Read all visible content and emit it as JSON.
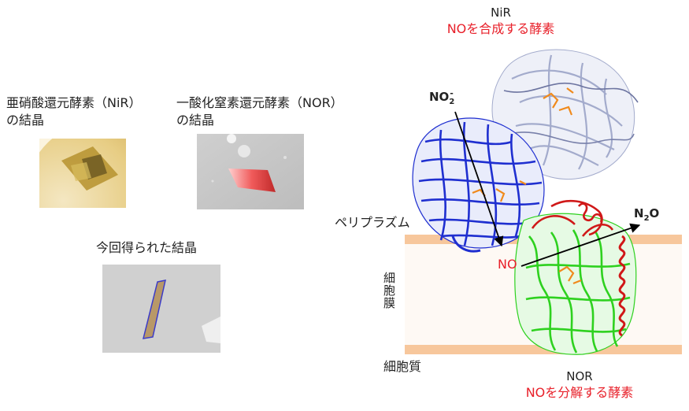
{
  "nir_crystal_label": [
    "亜硝酸還元酵素（NiR）",
    "の結晶"
  ],
  "nor_crystal_label": [
    "一酸化窒素還元酵素（NOR）",
    "の結晶"
  ],
  "new_crystal_label": "今回得られた結晶",
  "nir_title": "NiR",
  "nir_subtitle": "NOを合成する酵素",
  "nor_title": "NOR",
  "nor_subtitle": "NOを分解する酵素",
  "no2_label": "NO",
  "no2_sub": "2",
  "no2_sup": "-",
  "no_label": "NO",
  "n2o_label": "N",
  "n2o_sub": "2",
  "n2o_tail": "O",
  "periplasm_label": "ペリプラズム",
  "membrane_label": "細胞膜",
  "cytoplasm_label": "細胞質",
  "colors": {
    "highlight_red": "#e8202a",
    "membrane": "#f7c79c",
    "nir_blue": "#1f2fd0",
    "nir_grey": "#9ea6c9",
    "nor_green": "#2ed11f",
    "nor_red": "#d01818"
  }
}
